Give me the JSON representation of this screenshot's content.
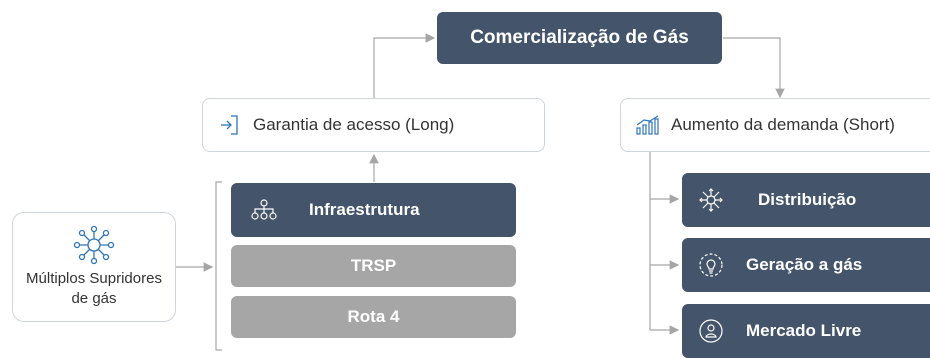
{
  "top": {
    "title": "Comercialização de Gás"
  },
  "left_branch": {
    "title": "Garantia de acesso (Long)",
    "icon": "enter-arrow-icon"
  },
  "right_branch": {
    "title": "Aumento da demanda (Short)",
    "icon": "bar-chart-icon"
  },
  "source": {
    "line1": "Múltiplos Supridores",
    "line2": "de gás",
    "icon": "network-hub-icon"
  },
  "access_options": [
    {
      "label": "Infraestrutura",
      "icon": "hierarchy-icon"
    },
    {
      "label": "TRSP"
    },
    {
      "label": "Rota 4"
    }
  ],
  "demand_options": [
    {
      "label": "Distribuição",
      "icon": "distribution-network-icon"
    },
    {
      "label": "Geração a gás",
      "icon": "bulb-gear-icon"
    },
    {
      "label": "Mercado Livre",
      "icon": "free-market-icon"
    }
  ],
  "colors": {
    "dark_box": "#44546a",
    "grey_box": "#a6a6a6",
    "line": "#a6a6a6",
    "icon_blue": "#2e75b6"
  }
}
